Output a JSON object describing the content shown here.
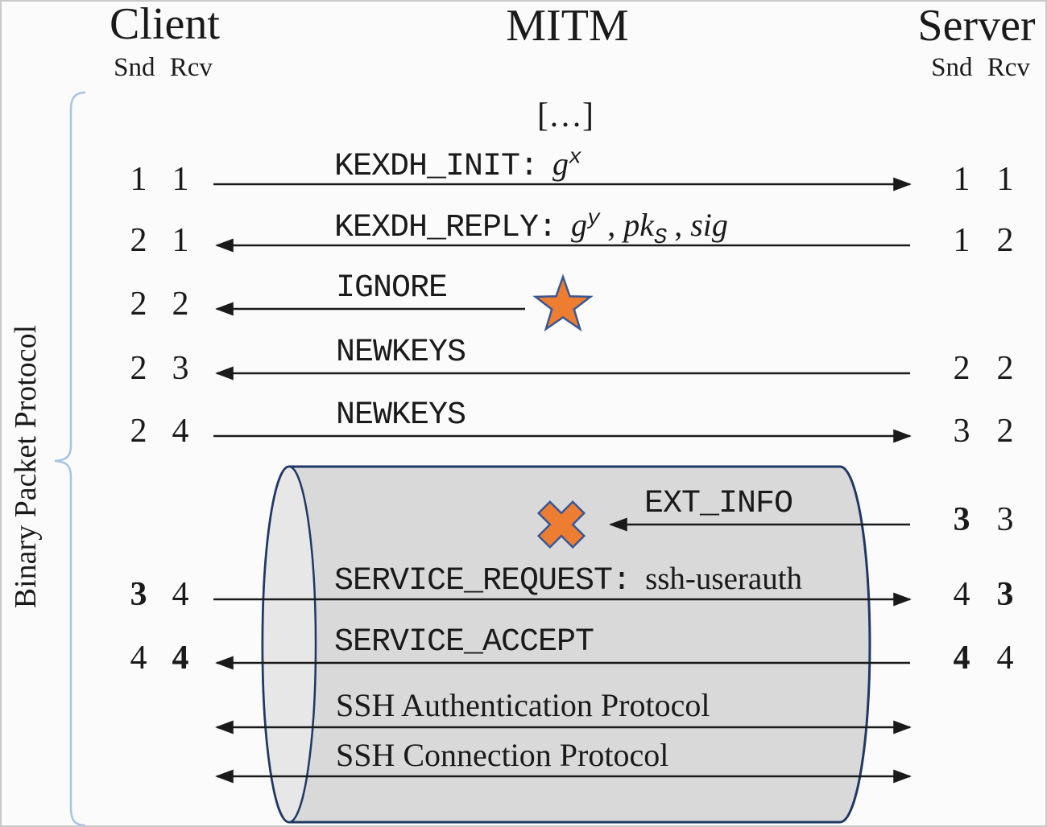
{
  "header": {
    "client": "Client",
    "mitm": "MITM",
    "server": "Server",
    "client_cols": "Snd Rcv",
    "server_cols": "Snd Rcv"
  },
  "side_label": "Binary Packet Protocol",
  "ellipsis": "[…]",
  "colors": {
    "accent_orange": "#ED7D31",
    "accent_blue_stroke": "#3A5795",
    "cylinder_fill": "#D9D9D9",
    "cylinder_cap_fill": "#E7E7E7",
    "cylinder_stroke": "#1F3864",
    "brace_blue": "#A6C3E4",
    "arrow_black": "#1a1a1a"
  },
  "messages": [
    {
      "id": "kexdh-init",
      "label": "KEXDH_INIT:",
      "math_base": "g",
      "math_sup": "x",
      "direction": "client-to-server",
      "client": {
        "snd": "1",
        "rcv": "1"
      },
      "server": {
        "snd": "1",
        "rcv": "1"
      }
    },
    {
      "id": "kexdh-reply",
      "label": "KEXDH_REPLY:",
      "math1_base": "g",
      "math1_sup": "y",
      "sep1": " , ",
      "math2_base": "pk",
      "math2_sub": "S",
      "sep2": " , ",
      "math3": "sig",
      "direction": "server-to-client",
      "client": {
        "snd": "2",
        "rcv": "1"
      },
      "server": {
        "snd": "1",
        "rcv": "2"
      }
    },
    {
      "id": "ignore",
      "label": "IGNORE",
      "direction": "mitm-to-client",
      "injected_by_mitm": true,
      "client": {
        "snd": "2",
        "rcv": "2"
      }
    },
    {
      "id": "newkeys-s2c",
      "label": "NEWKEYS",
      "direction": "server-to-client",
      "client": {
        "snd": "2",
        "rcv": "3"
      },
      "server": {
        "snd": "2",
        "rcv": "2"
      }
    },
    {
      "id": "newkeys-c2s",
      "label": "NEWKEYS",
      "direction": "client-to-server",
      "client": {
        "snd": "2",
        "rcv": "4"
      },
      "server": {
        "snd": "3",
        "rcv": "2"
      }
    },
    {
      "id": "ext-info",
      "label": "EXT_INFO",
      "direction": "server-to-client",
      "blocked_by_mitm": true,
      "server": {
        "snd": "3",
        "snd_bold": true,
        "rcv": "3"
      }
    },
    {
      "id": "service-request",
      "label": "SERVICE_REQUEST:",
      "arg": "ssh-userauth",
      "direction": "client-to-server",
      "client": {
        "snd": "3",
        "snd_bold": true,
        "rcv": "4"
      },
      "server": {
        "snd": "4",
        "rcv": "3",
        "rcv_bold": true
      }
    },
    {
      "id": "service-accept",
      "label": "SERVICE_ACCEPT",
      "direction": "server-to-client",
      "client": {
        "snd": "4",
        "rcv": "4",
        "rcv_bold": true
      },
      "server": {
        "snd": "4",
        "snd_bold": true,
        "rcv": "4"
      }
    },
    {
      "id": "ssh-auth-protocol",
      "label": "SSH Authentication Protocol",
      "direction": "bidirectional"
    },
    {
      "id": "ssh-conn-protocol",
      "label": "SSH Connection Protocol",
      "direction": "bidirectional"
    }
  ]
}
